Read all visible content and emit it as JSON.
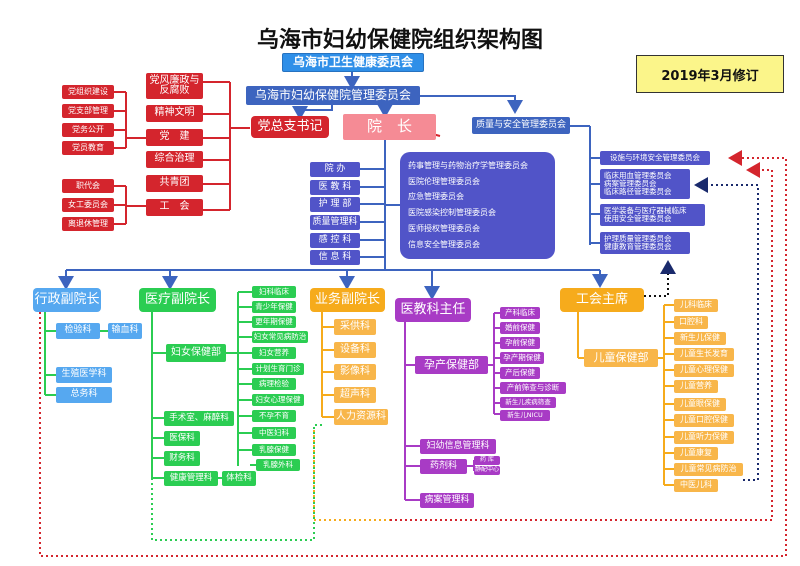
{
  "title": "乌海市妇幼保健院组织架构图",
  "revision": "2019年3月修订",
  "top": {
    "health_committee": "乌海市卫生健康委员会",
    "management_committee": "乌海市妇幼保健院管理委员会",
    "party_secretary": "党总支书记",
    "president": "院　长",
    "quality_committee": "质量与安全管理委员会"
  },
  "party": {
    "groups": [
      "党风廉政与反腐败",
      "精神文明",
      "党　建",
      "综合治理",
      "共青团",
      "工　会"
    ],
    "party_building_items": [
      "党组织建设",
      "党支部管理",
      "党务公开",
      "党员教育"
    ],
    "union_items": [
      "职代会",
      "女工委员会",
      "离退休管理"
    ]
  },
  "admin_offices": [
    "院 办",
    "医 教 科",
    "护 理 部",
    "质量管理科",
    "感 控 科",
    "信 息 科"
  ],
  "committees": [
    "药事管理与药物治疗学管理委员会",
    "医院伦理管理委员会",
    "应急管理委员会",
    "医院感染控制管理委员会",
    "医师授权管理委员会",
    "信息安全管理委员会"
  ],
  "quality_subcommittees": [
    "设施与环境安全管理委员会",
    "临床用血管理委员会",
    "病案管理委员会",
    "临床路径管理委员会",
    "医学装备与医疗器械临床",
    "使用安全管理委员会",
    "护理质量管理委员会",
    "健康教育管理委员会"
  ],
  "admin_vp": {
    "title": "行政副院长",
    "items": [
      "检验科",
      "输血科",
      "生殖医学科",
      "总务科"
    ]
  },
  "medical_vp": {
    "title": "医疗副院长",
    "women_health": "妇女保健部",
    "women_items": [
      "妇科临床",
      "青少年保健",
      "更年期保健",
      "妇女常见病防治",
      "妇女营养",
      "计划生育门诊",
      "病理检验",
      "妇女心理保健",
      "不孕不育",
      "中医妇科",
      "乳腺保健",
      "乳腺外科"
    ],
    "others": [
      "手术室、麻醉科",
      "医保科",
      "财务科",
      "健康管理科",
      "体检科"
    ]
  },
  "business_vp": {
    "title": "业务副院长",
    "items": [
      "采供科",
      "设备科",
      "影像科",
      "超声科",
      "人力资源科"
    ]
  },
  "medical_director": {
    "title": "医教科主任",
    "maternal": "孕产保健部",
    "maternal_items": [
      "产科临床",
      "婚前保健",
      "孕前保健",
      "孕产期保健",
      "产后保健",
      "产前筛查与诊断",
      "新生儿疾病筛查",
      "新生儿NICU"
    ],
    "others": [
      "妇幼信息管理科",
      "药剂科",
      "病案管理科"
    ],
    "pharmacy_items": [
      "药 库",
      "静配中心"
    ]
  },
  "union_chair": {
    "title": "工会主席",
    "child": "儿童保健部",
    "child_items": [
      "儿科临床",
      "口腔科",
      "新生儿保健",
      "儿童生长发育",
      "儿童心理保健",
      "儿童营养",
      "儿童眼保健",
      "儿童口腔保健",
      "儿童听力保健",
      "儿童康复",
      "儿童常见病防治",
      "中医儿科"
    ]
  },
  "colors": {
    "blue": "#2f8fe8",
    "red": "#d4252d",
    "green": "#2bcd52",
    "orange": "#f6ab1c",
    "indigo": "#5154c8",
    "magenta": "#a83bc5",
    "revision_bg": "#fbf58a"
  }
}
